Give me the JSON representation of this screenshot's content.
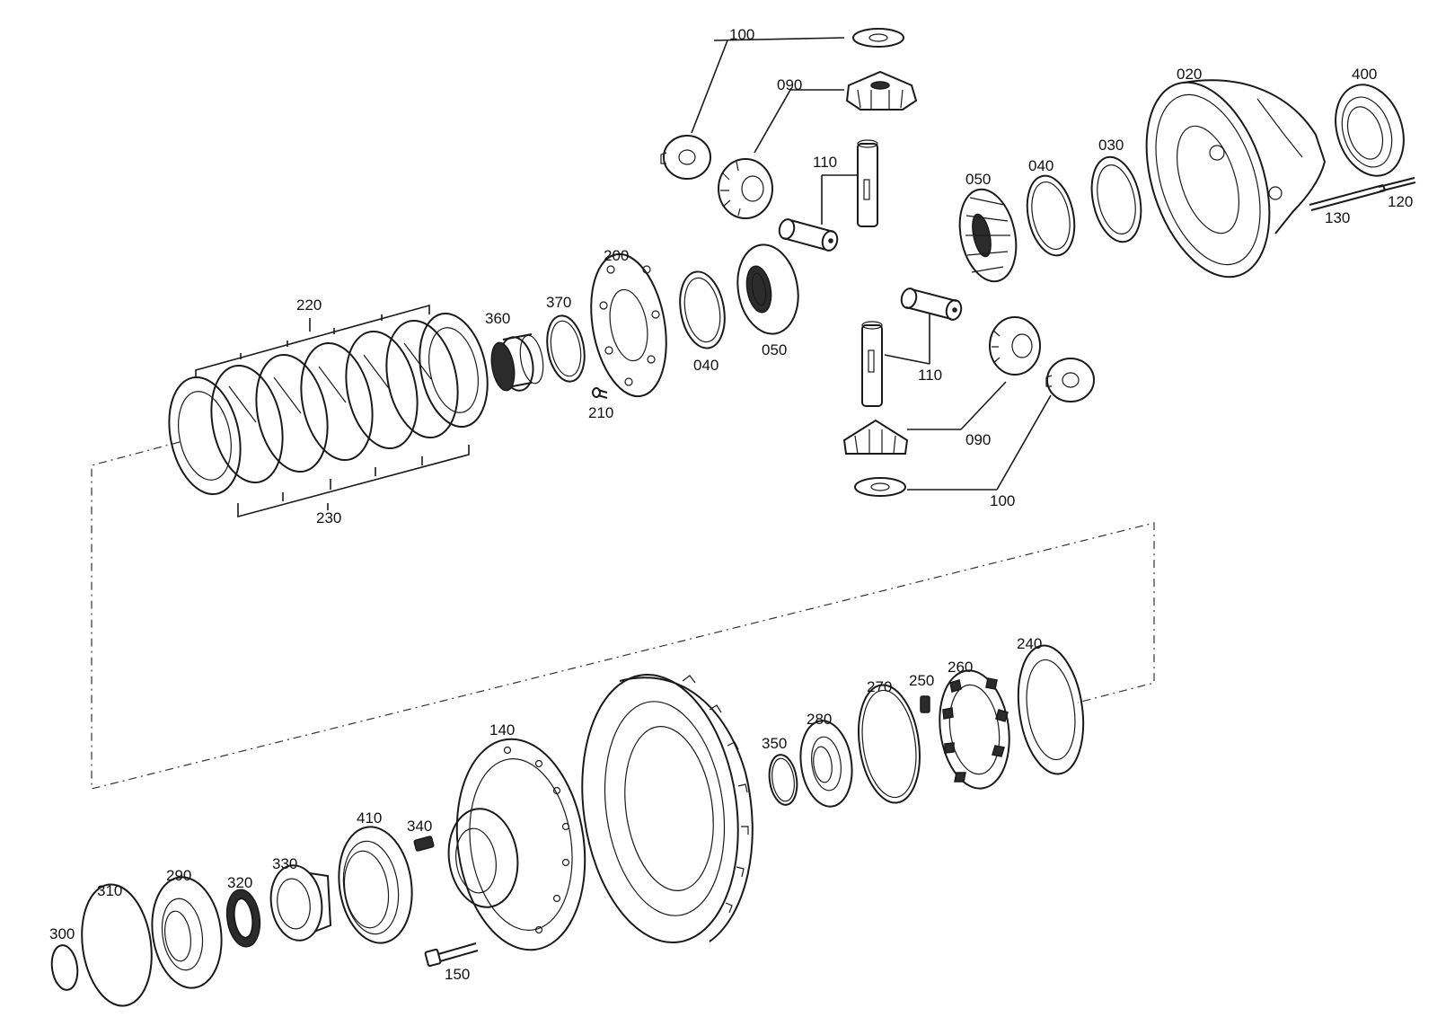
{
  "labels": {
    "p100a": "100",
    "p090a": "090",
    "p110a": "110",
    "p020": "020",
    "p400": "400",
    "p050a": "050",
    "p040a": "040",
    "p030": "030",
    "p130": "130",
    "p120": "120",
    "p220": "220",
    "p360": "360",
    "p370": "370",
    "p200": "200",
    "p210": "210",
    "p040b": "040",
    "p050b": "050",
    "p110b": "110",
    "p090b": "090",
    "p100b": "100",
    "p230": "230",
    "p240": "240",
    "p250": "250",
    "p260": "260",
    "p270": "270",
    "p280": "280",
    "p350": "350",
    "p140": "140",
    "p410": "410",
    "p340": "340",
    "p310": "310",
    "p290": "290",
    "p320": "320",
    "p330": "330",
    "p300": "300",
    "p150": "150"
  }
}
